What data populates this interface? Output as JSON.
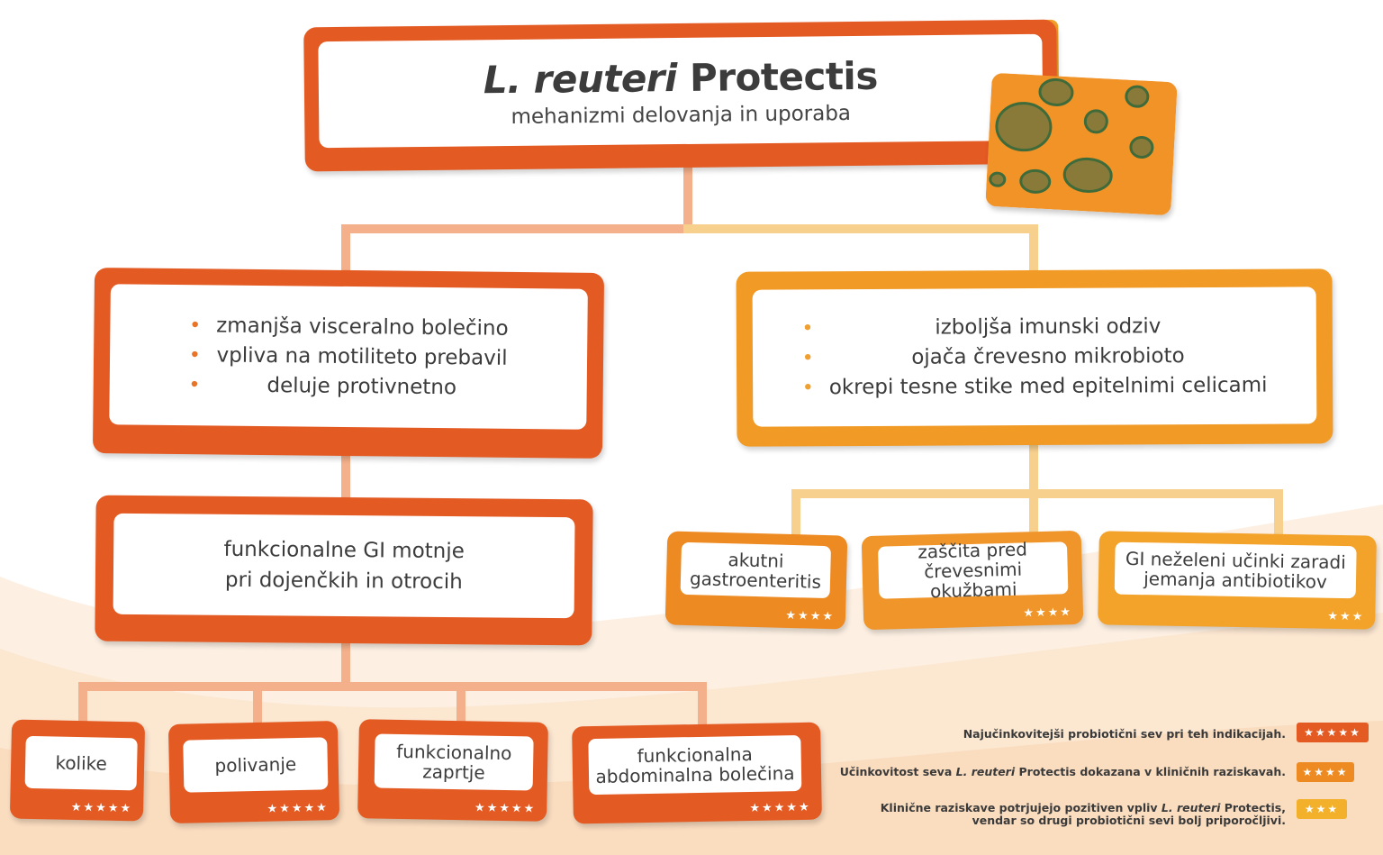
{
  "title": {
    "main_italic": "L. reuteri",
    "main_rest": "Protectis",
    "subtitle": "mehanizmi delovanja in uporaba"
  },
  "mechanisms_left": {
    "items": [
      "zmanjša visceralno bolečino",
      "vpliva na motiliteto prebavil",
      "deluje protivnetno"
    ]
  },
  "mechanisms_right": {
    "items": [
      "izboljša imunski odziv",
      "ojača črevesno mikrobioto",
      "okrepi tesne stike med epitelnimi celicami"
    ]
  },
  "functional_gi": {
    "line1": "funkcionalne GI motnje",
    "line2": "pri dojenčkih in otrocih"
  },
  "bottom_left": [
    {
      "lines": [
        "kolike"
      ],
      "stars": "★★★★★"
    },
    {
      "lines": [
        "polivanje"
      ],
      "stars": "★★★★★"
    },
    {
      "lines": [
        "funkcionalno",
        "zaprtje"
      ],
      "stars": "★★★★★"
    },
    {
      "lines": [
        "funkcionalna",
        "abdominalna bolečina"
      ],
      "stars": "★★★★★"
    }
  ],
  "bottom_right": [
    {
      "lines": [
        "akutni",
        "gastroenteritis"
      ],
      "stars": "★★★★"
    },
    {
      "lines": [
        "zaščita pred",
        "črevesnimi okužbami"
      ],
      "stars": "★★★★"
    },
    {
      "lines": [
        "GI neželeni učinki zaradi",
        "jemanja antibiotikov"
      ],
      "stars": "★★★"
    }
  ],
  "legend": [
    {
      "text": "Najučinkovitejši probiotični sev pri teh indikacijah.",
      "stars": "★★★★★",
      "color": "#e45a23"
    },
    {
      "text_pre": "Učinkovitost seva ",
      "text_italic": "L. reuteri",
      "text_post": " Protectis dokazana v kliničnih raziskavah.",
      "stars": "★★★★",
      "color": "#ee8a22"
    },
    {
      "text_pre": "Klinične raziskave potrjujejo pozitiven vpliv ",
      "text_italic": "L. reuteri",
      "text_post": " Protectis,",
      "text_line2": "vendar so drugi probiotični sevi bolj priporočljivi.",
      "stars": "★★★",
      "color": "#f3b02a"
    }
  ],
  "colors": {
    "dark_orange": "#e45a23",
    "orange": "#ee8a22",
    "amber": "#f3a22a",
    "connector_left": "#f4b08a",
    "connector_right": "#f7d08e"
  }
}
